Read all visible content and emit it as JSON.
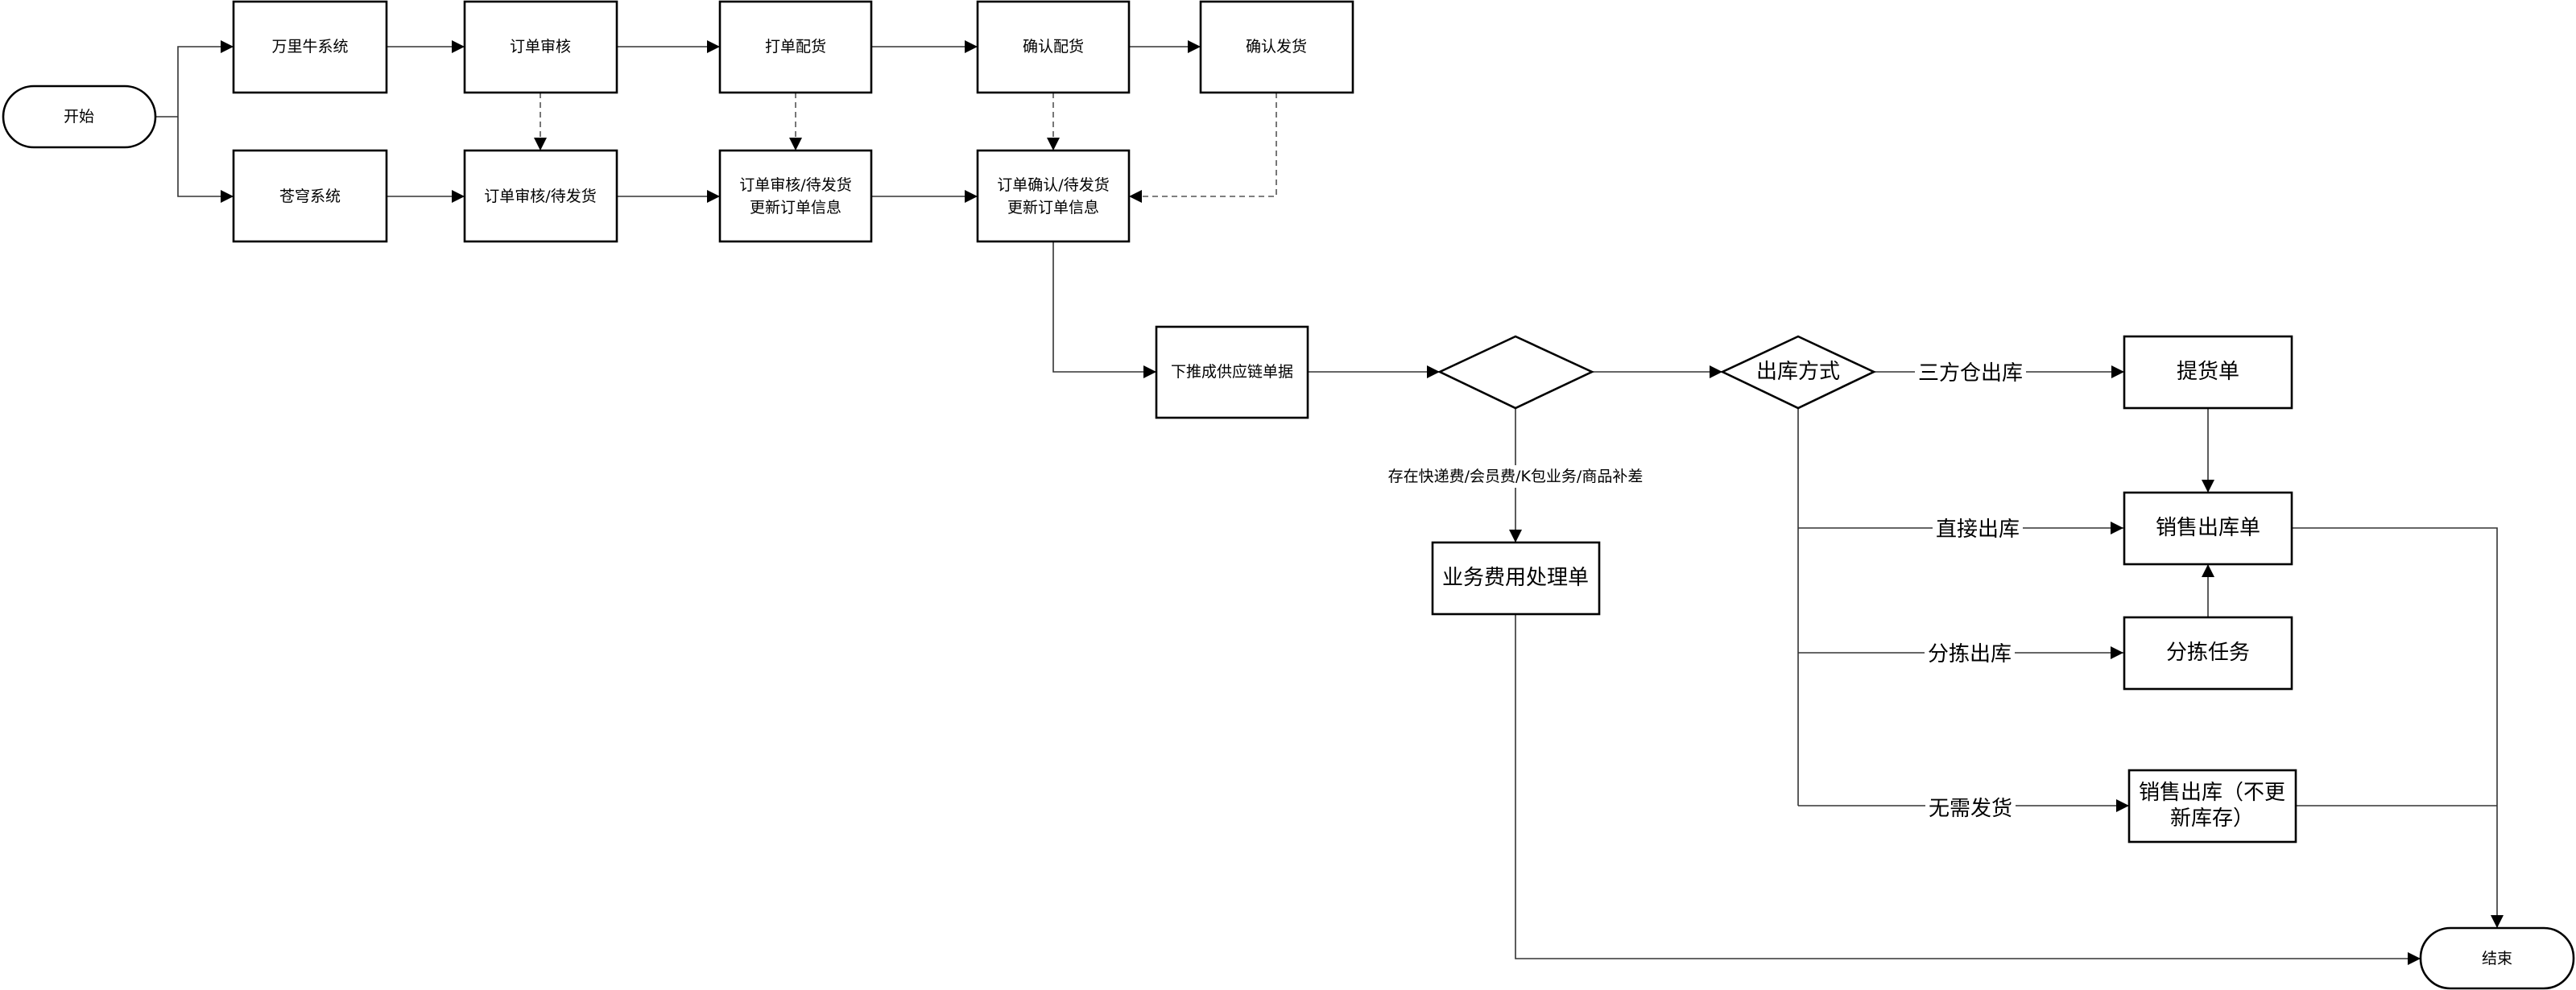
{
  "diagram": {
    "type": "flowchart",
    "nodes": {
      "start": {
        "label": "开始",
        "shape": "terminal"
      },
      "wanliniu": {
        "label": "万里牛系统",
        "shape": "process"
      },
      "order_review": {
        "label": "订单审核",
        "shape": "process"
      },
      "print_allocate": {
        "label": "打单配货",
        "shape": "process"
      },
      "confirm_allocate": {
        "label": "确认配货",
        "shape": "process"
      },
      "confirm_ship": {
        "label": "确认发货",
        "shape": "process"
      },
      "cangqiong": {
        "label": "苍穹系统",
        "shape": "process"
      },
      "cq_review_pending": {
        "label": "订单审核/待发货",
        "shape": "process"
      },
      "cq_review_update": {
        "lines": [
          "订单审核/待发货",
          "更新订单信息"
        ],
        "shape": "process"
      },
      "cq_confirm_update": {
        "lines": [
          "订单确认/待发货",
          "更新订单信息"
        ],
        "shape": "process"
      },
      "push_supply_chain": {
        "label": "下推成供应链单据",
        "shape": "process"
      },
      "decision_fee": {
        "label": "",
        "shape": "decision"
      },
      "outbound_method": {
        "label": "出库方式",
        "shape": "decision"
      },
      "business_fee_doc": {
        "label": "业务费用处理单",
        "shape": "process"
      },
      "pickup_order": {
        "label": "提货单",
        "shape": "process"
      },
      "sales_outbound": {
        "label": "销售出库单",
        "shape": "process"
      },
      "picking_task": {
        "label": "分拣任务",
        "shape": "process"
      },
      "sales_outbound_no_stock": {
        "lines": [
          "销售出库（不更",
          "新库存）"
        ],
        "shape": "process"
      },
      "end": {
        "label": "结束",
        "shape": "terminal"
      }
    },
    "edge_labels": {
      "fee_condition": "存在快递费/会员费/K包业务/商品补差",
      "third_party_warehouse": "三方仓出库",
      "direct_outbound": "直接出库",
      "picking_outbound": "分拣出库",
      "no_shipping": "无需发货"
    },
    "edges": [
      {
        "from": "start",
        "to": "wanliniu",
        "style": "solid"
      },
      {
        "from": "start",
        "to": "cangqiong",
        "style": "solid"
      },
      {
        "from": "wanliniu",
        "to": "order_review",
        "style": "solid"
      },
      {
        "from": "order_review",
        "to": "print_allocate",
        "style": "solid"
      },
      {
        "from": "print_allocate",
        "to": "confirm_allocate",
        "style": "solid"
      },
      {
        "from": "confirm_allocate",
        "to": "confirm_ship",
        "style": "solid"
      },
      {
        "from": "cangqiong",
        "to": "cq_review_pending",
        "style": "solid"
      },
      {
        "from": "cq_review_pending",
        "to": "cq_review_update",
        "style": "solid"
      },
      {
        "from": "cq_review_update",
        "to": "cq_confirm_update",
        "style": "solid"
      },
      {
        "from": "order_review",
        "to": "cq_review_pending",
        "style": "dashed"
      },
      {
        "from": "print_allocate",
        "to": "cq_review_update",
        "style": "dashed"
      },
      {
        "from": "confirm_allocate",
        "to": "cq_confirm_update",
        "style": "dashed"
      },
      {
        "from": "confirm_ship",
        "to": "cq_confirm_update",
        "style": "dashed"
      },
      {
        "from": "cq_confirm_update",
        "to": "push_supply_chain",
        "style": "solid"
      },
      {
        "from": "push_supply_chain",
        "to": "decision_fee",
        "style": "solid"
      },
      {
        "from": "decision_fee",
        "to": "outbound_method",
        "style": "solid"
      },
      {
        "from": "decision_fee",
        "to": "business_fee_doc",
        "style": "solid",
        "label": "fee_condition"
      },
      {
        "from": "outbound_method",
        "to": "pickup_order",
        "style": "solid",
        "label": "third_party_warehouse"
      },
      {
        "from": "outbound_method",
        "to": "sales_outbound",
        "style": "solid",
        "label": "direct_outbound"
      },
      {
        "from": "outbound_method",
        "to": "picking_task",
        "style": "solid",
        "label": "picking_outbound"
      },
      {
        "from": "outbound_method",
        "to": "sales_outbound_no_stock",
        "style": "solid",
        "label": "no_shipping"
      },
      {
        "from": "pickup_order",
        "to": "sales_outbound",
        "style": "solid"
      },
      {
        "from": "picking_task",
        "to": "sales_outbound",
        "style": "solid"
      },
      {
        "from": "sales_outbound",
        "to": "end",
        "style": "solid"
      },
      {
        "from": "sales_outbound_no_stock",
        "to": "end",
        "style": "solid"
      },
      {
        "from": "business_fee_doc",
        "to": "end",
        "style": "solid"
      }
    ]
  }
}
